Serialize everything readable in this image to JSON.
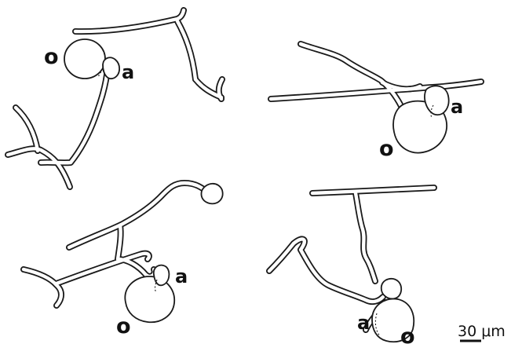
{
  "labels": {
    "oogonium": "o",
    "antheridium": "a"
  },
  "scale_bar": {
    "text": "30 μm"
  }
}
